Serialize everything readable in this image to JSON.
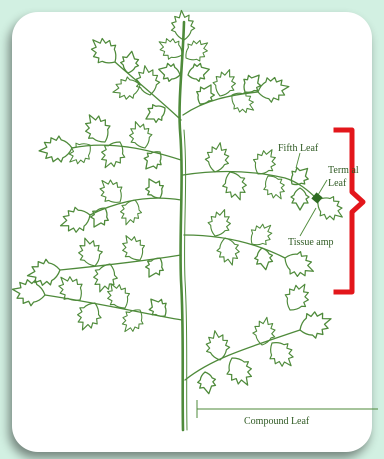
{
  "labels": {
    "fifth_leaf": "Fifth Leaf",
    "terminal_leaflet_line1": "Term   al",
    "terminal_leaflet_line2": "Leaf",
    "tissue_sample": "Tissue  amp",
    "compound_leaf": "Compound Leaf"
  },
  "colors": {
    "background": "#d2f0e2",
    "card": "#ffffff",
    "plant_stroke": "#4e8a3a",
    "bracket": "#e3161b",
    "label_text": "#2f5a23",
    "sample_marker": "#2e6b22"
  }
}
